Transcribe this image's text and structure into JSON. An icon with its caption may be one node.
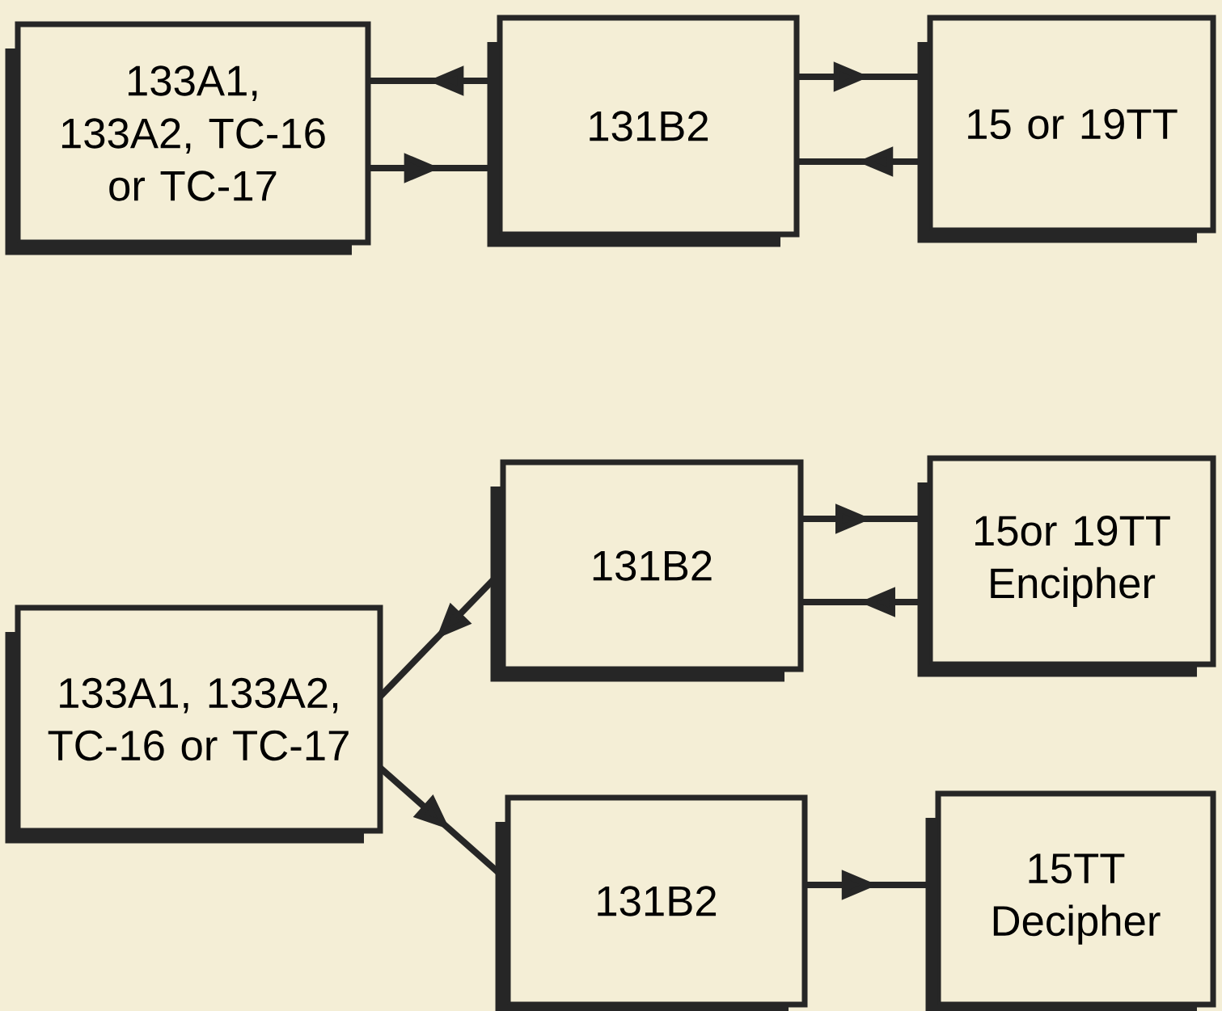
{
  "diagram": {
    "nodes": [
      {
        "text": [
          "133A1, 133A2, TC-16 or TC-17"
        ]
      },
      {
        "text": [
          "131B2"
        ]
      },
      {
        "text": [
          "15 or 19TT"
        ]
      },
      {
        "text": [
          "131B2"
        ]
      },
      {
        "text": [
          "15or 19TT Encipher"
        ]
      },
      {
        "text": [
          "133A1, 133A2, TC-16 or TC-17"
        ]
      },
      {
        "text": [
          "131B2"
        ]
      },
      {
        "text": [
          "15TT Decipher"
        ]
      }
    ],
    "edges": [
      {
        "from": 1,
        "to": 0,
        "arrow": "to"
      },
      {
        "from": 0,
        "to": 1,
        "arrow": "to"
      },
      {
        "from": 1,
        "to": 2,
        "arrow": "to"
      },
      {
        "from": 2,
        "to": 1,
        "arrow": "to"
      },
      {
        "from": 3,
        "to": 4,
        "arrow": "to"
      },
      {
        "from": 4,
        "to": 3,
        "arrow": "to"
      },
      {
        "from": 3,
        "to": 5,
        "arrow": "to"
      },
      {
        "from": 5,
        "to": 6,
        "arrow": "to"
      },
      {
        "from": 6,
        "to": 7,
        "arrow": "to"
      }
    ]
  }
}
